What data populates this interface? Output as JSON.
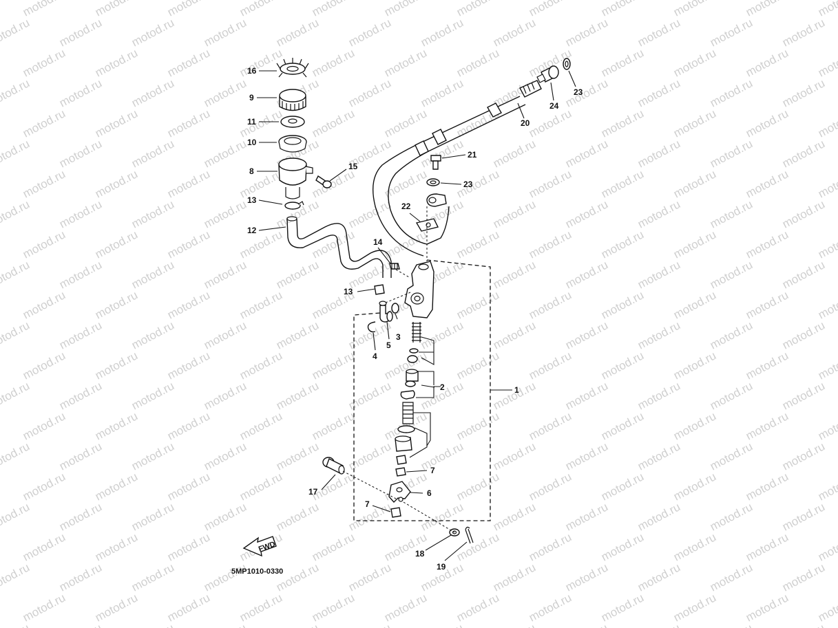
{
  "watermark": {
    "text": "motod.ru"
  },
  "diagram": {
    "drawing_code": "5MP1010-0330",
    "fwd_label": "FWD",
    "callouts": [
      {
        "id": "c1",
        "label": "1"
      },
      {
        "id": "c2",
        "label": "2"
      },
      {
        "id": "c3",
        "label": "3"
      },
      {
        "id": "c4",
        "label": "4"
      },
      {
        "id": "c5",
        "label": "5"
      },
      {
        "id": "c6",
        "label": "6"
      },
      {
        "id": "c7a",
        "label": "7"
      },
      {
        "id": "c7b",
        "label": "7"
      },
      {
        "id": "c8",
        "label": "8"
      },
      {
        "id": "c9",
        "label": "9"
      },
      {
        "id": "c10",
        "label": "10"
      },
      {
        "id": "c11",
        "label": "11"
      },
      {
        "id": "c12",
        "label": "12"
      },
      {
        "id": "c13a",
        "label": "13"
      },
      {
        "id": "c13b",
        "label": "13"
      },
      {
        "id": "c14",
        "label": "14"
      },
      {
        "id": "c15",
        "label": "15"
      },
      {
        "id": "c16",
        "label": "16"
      },
      {
        "id": "c17",
        "label": "17"
      },
      {
        "id": "c18",
        "label": "18"
      },
      {
        "id": "c19",
        "label": "19"
      },
      {
        "id": "c20",
        "label": "20"
      },
      {
        "id": "c21",
        "label": "21"
      },
      {
        "id": "c22",
        "label": "22"
      },
      {
        "id": "c23a",
        "label": "23"
      },
      {
        "id": "c23b",
        "label": "23"
      },
      {
        "id": "c24",
        "label": "24"
      }
    ]
  }
}
